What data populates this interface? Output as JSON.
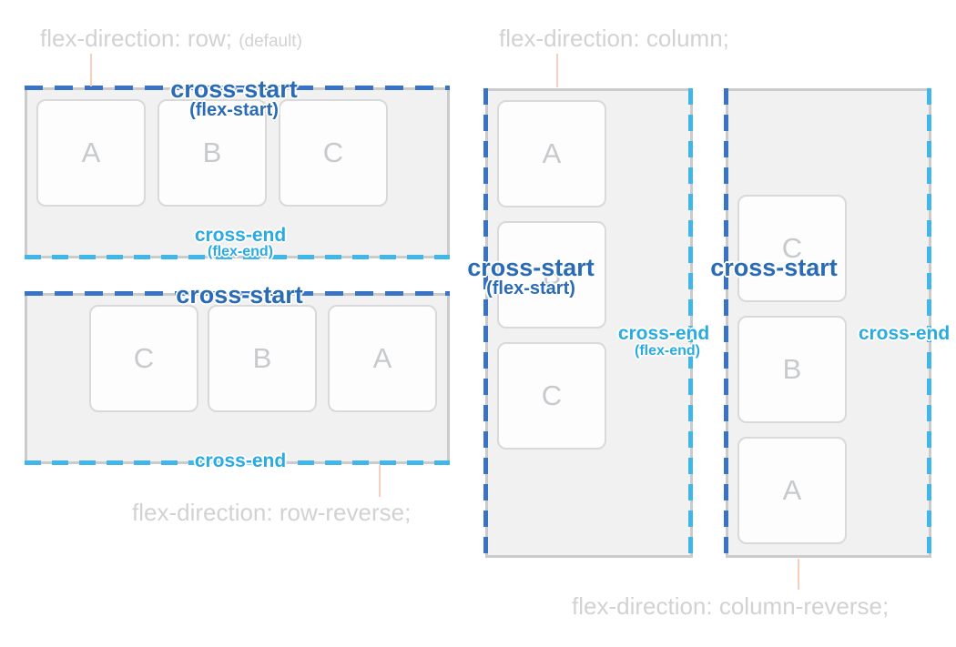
{
  "colors": {
    "cross_start_blue": "#2a6bb5",
    "cross_end_cyan": "#29abe2",
    "heading_gray": "#d2d2d2",
    "connector_peach": "#f8cfba",
    "container_bg": "#f1f1f2",
    "container_border": "#cbcbcb"
  },
  "panels": [
    {
      "name": "row",
      "heading": "flex-direction: row;",
      "heading_note": "(default)",
      "cross_start_label": "cross-start",
      "cross_start_sub": "(flex-start)",
      "cross_end_label": "cross-end",
      "cross_end_sub": "(flex-end)",
      "items": [
        "A",
        "B",
        "C"
      ]
    },
    {
      "name": "row-reverse",
      "heading": "flex-direction: row-reverse;",
      "cross_start_label": "cross-start",
      "cross_end_label": "cross-end",
      "items": [
        "C",
        "B",
        "A"
      ]
    },
    {
      "name": "column",
      "heading": "flex-direction: column;",
      "cross_start_label": "cross-start",
      "cross_start_sub": "(flex-start)",
      "cross_end_label": "cross-end",
      "cross_end_sub": "(flex-end)",
      "items": [
        "A",
        "B",
        "C"
      ]
    },
    {
      "name": "column-reverse",
      "heading": "flex-direction: column-reverse;",
      "cross_start_label": "cross-start",
      "cross_end_label": "cross-end",
      "items": [
        "C",
        "B",
        "A"
      ]
    }
  ]
}
